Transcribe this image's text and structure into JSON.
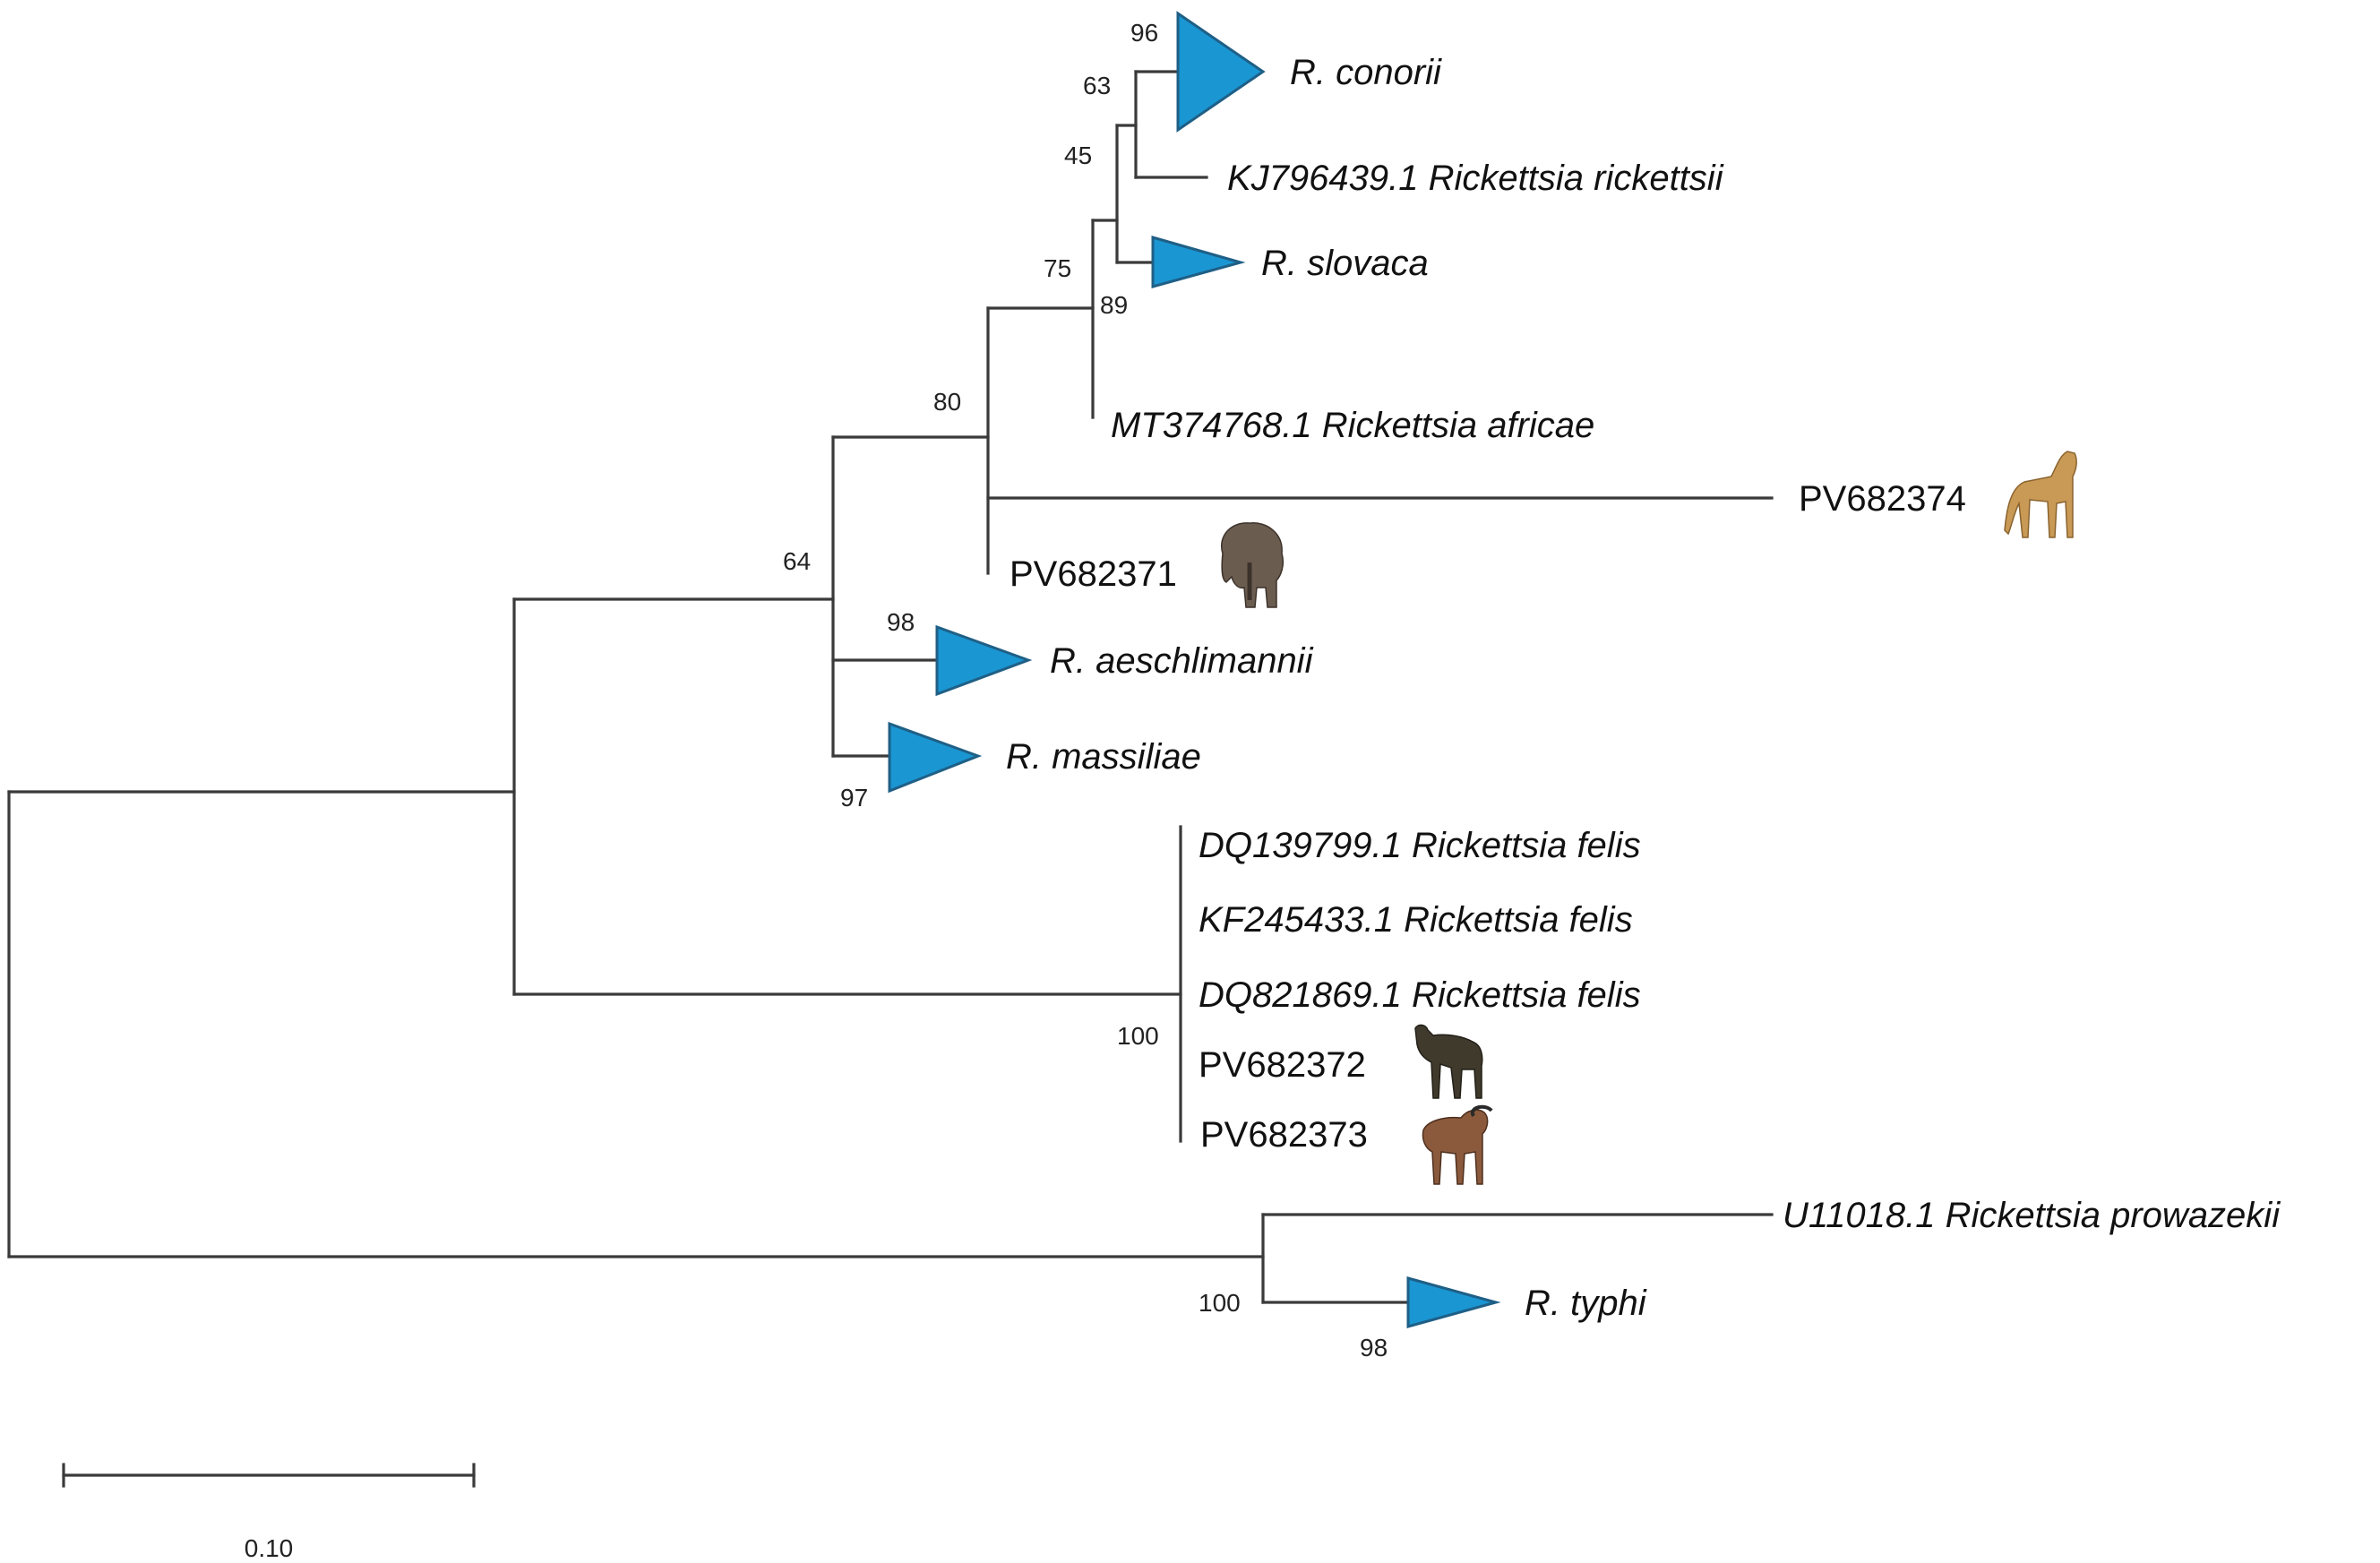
{
  "figure": {
    "type": "phylogenetic_tree",
    "scale_bar_label": "0.10"
  },
  "taxa": {
    "conorii": "R. conorii",
    "rickettsii": "KJ796439.1 Rickettsia rickettsii",
    "slovaca": "R. slovaca",
    "africae": "MT374768.1 Rickettsia africae",
    "pv682374": "PV682374",
    "pv682371": "PV682371",
    "aeschlimannii": "R. aeschlimannii",
    "massiliae": "R. massiliae",
    "felis1": "DQ139799.1 Rickettsia felis",
    "felis2": "KF245433.1 Rickettsia felis",
    "felis3": "DQ821869.1 Rickettsia felis",
    "pv682372": "PV682372",
    "pv682373": "PV682373",
    "prowazekii": "U11018.1 Rickettsia prowazekii",
    "typhi": "R. typhi"
  },
  "bootstrap": {
    "conorii_clade": "96",
    "conorii_rickettsii": "63",
    "with_slovaca": "45",
    "spotted_core": "75",
    "africae_node": "89",
    "with_pv682374": "80",
    "sfg_group": "64",
    "aeschlimannii_clade": "98",
    "massiliae_clade": "97",
    "felis_clade": "100",
    "typhus_group": "100",
    "typhi_clade": "98"
  },
  "host_icons": {
    "pv682374": "cheetah-icon",
    "pv682371": "elephant-icon",
    "pv682372": "wildebeest-icon",
    "pv682373": "buffalo-icon"
  },
  "colors": {
    "collapsed_clade_fill": "#1a96d2",
    "collapsed_clade_stroke": "#1f5f86",
    "branch": "#3a3a3a"
  }
}
